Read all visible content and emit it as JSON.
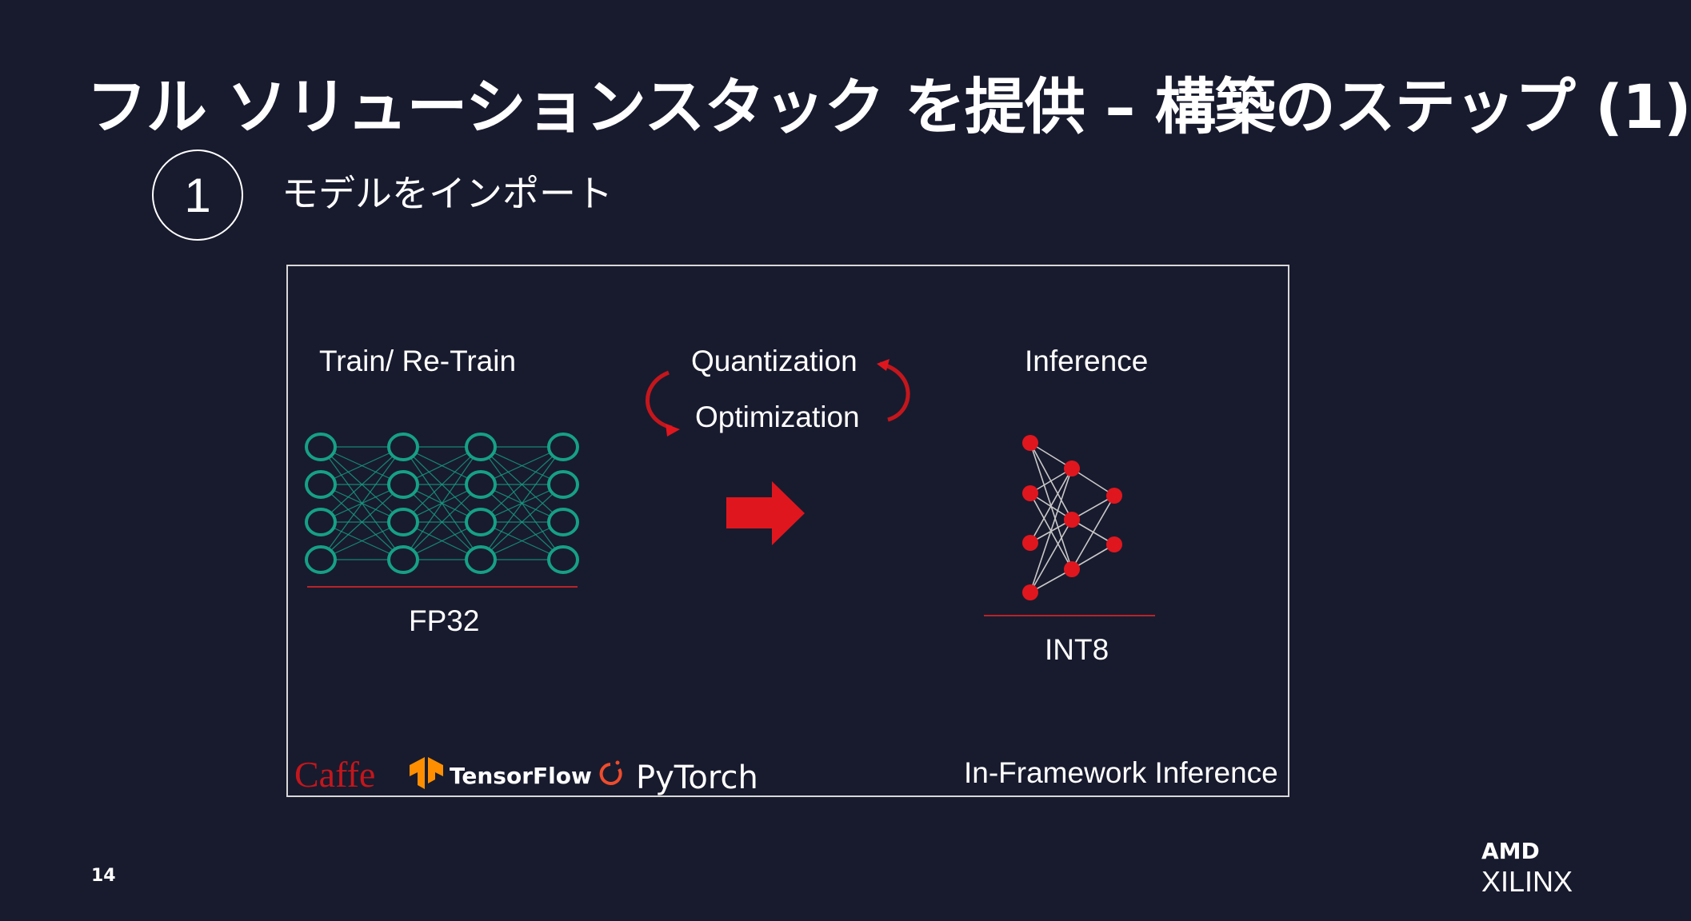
{
  "slide": {
    "title": "フル ソリューションスタック を提供 – 構築のステップ (1)",
    "step_number": "1",
    "step_label": "モデルをインポート",
    "page_number": "14"
  },
  "diagram": {
    "train_label": "Train/ Re-Train",
    "quantization_label": "Quantization",
    "optimization_label": "Optimization",
    "inference_label": "Inference",
    "fp32_label": "FP32",
    "int8_label": "INT8",
    "in_framework_label": "In-Framework Inference"
  },
  "frameworks": {
    "caffe": "Caffe",
    "tensorflow": "TensorFlow",
    "pytorch": "PyTorch"
  },
  "logo": {
    "amd": "AMD",
    "xilinx": "XILINX"
  },
  "colors": {
    "background": "#181b2e",
    "teal": "#16a085",
    "red": "#e0161e",
    "caffe_red": "#c4161c",
    "tf_orange": "#ff8f00",
    "pytorch_red": "#ee4c2c"
  },
  "icons": {
    "process_arrow": "right-arrow-icon",
    "cycle_arrows": "cycle-arrows-icon"
  }
}
